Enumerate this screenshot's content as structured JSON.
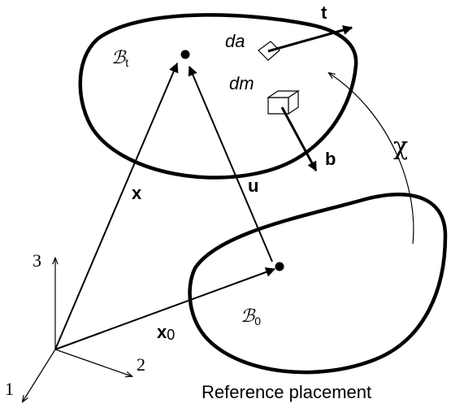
{
  "bodies": {
    "current": {
      "symbol": "ℬ",
      "subscript": "t"
    },
    "reference": {
      "symbol": "ℬ",
      "subscript": "0",
      "caption": "Reference placement"
    }
  },
  "vectors": {
    "x": "x",
    "u": "u",
    "x0": {
      "base": "x",
      "subscript": "0"
    },
    "t": "t",
    "b": "b"
  },
  "elements": {
    "area": "da",
    "mass": "dm"
  },
  "mapping": "χ",
  "axes": {
    "one": "1",
    "two": "2",
    "three": "3"
  }
}
